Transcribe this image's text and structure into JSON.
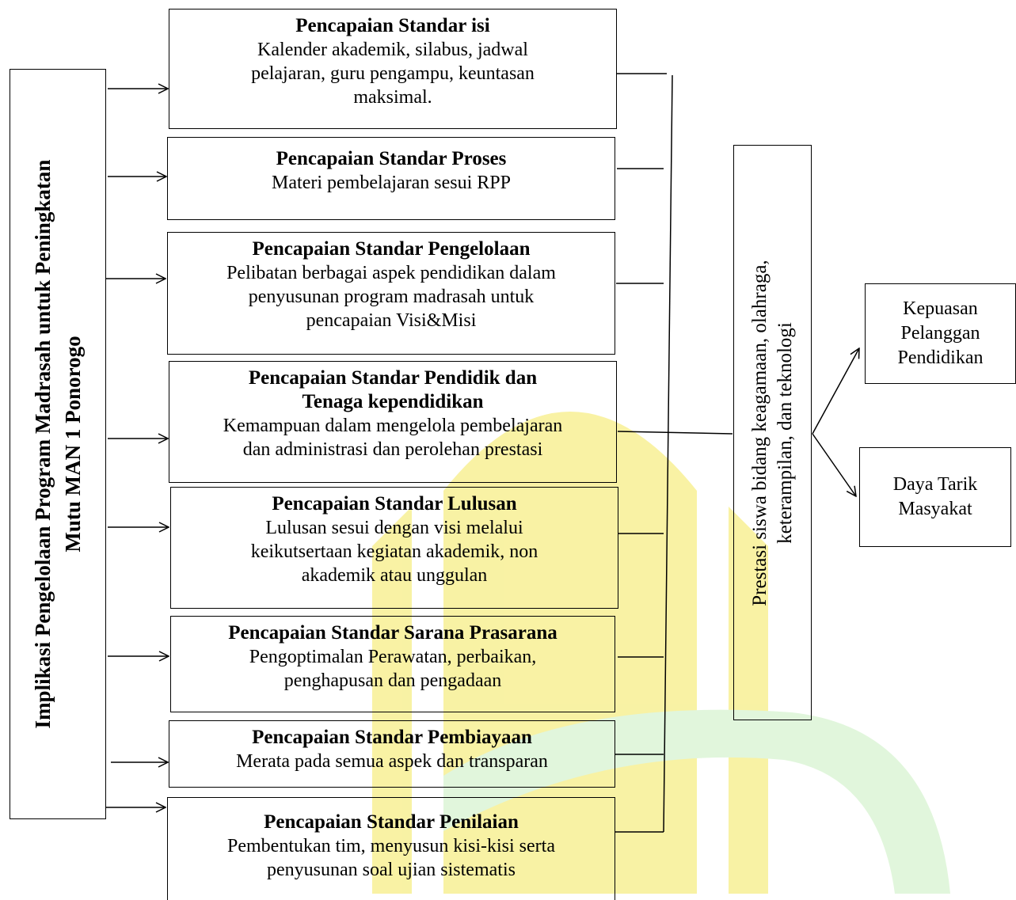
{
  "main_label": "Implikasi Pengelolaan Program Madrasah untuk Peningkatan\nMutu  MAN 1 Ponorogo",
  "standards": [
    {
      "title": "Pencapaian Standar isi",
      "desc": "Kalender akademik, silabus, jadwal\npelajaran, guru pengampu, keuntasan\nmaksimal."
    },
    {
      "title": "Pencapaian Standar Proses",
      "desc": "Materi pembelajaran sesui RPP"
    },
    {
      "title": "Pencapaian Standar Pengelolaan",
      "desc": "Pelibatan berbagai aspek pendidikan dalam\npenyusunan program madrasah untuk\npencapaian Visi&Misi"
    },
    {
      "title": "Pencapaian Standar Pendidik dan\nTenaga kependidikan",
      "desc": "Kemampuan dalam mengelola pembelajaran\ndan administrasi dan perolehan prestasi"
    },
    {
      "title": "Pencapaian Standar Lulusan",
      "desc": "Lulusan sesui dengan visi melalui\nkeikutsertaan kegiatan akademik, non\nakademik atau unggulan"
    },
    {
      "title": "Pencapaian Standar Sarana Prasarana",
      "desc": "Pengoptimalan Perawatan, perbaikan,\npenghapusan dan pengadaan"
    },
    {
      "title": "Pencapaian Standar Pembiayaan",
      "desc": "Merata pada semua aspek dan transparan"
    },
    {
      "title": "Pencapaian Standar Penilaian",
      "desc": "Pembentukan tim, menyusun kisi-kisi serta\npenyusunan soal ujian sistematis"
    }
  ],
  "result_label": "Prestasi siswa bidang keagamaan, olahraga,\nketerampilan, dan teknologi",
  "outcomes": [
    {
      "label": "Kepuasan\nPelanggan\nPendidikan"
    },
    {
      "label": "Daya Tarik\nMasyakat"
    }
  ],
  "colors": {
    "watermark": "#f2e24a",
    "watermark_green": "#c9efc0",
    "line": "#000000"
  }
}
